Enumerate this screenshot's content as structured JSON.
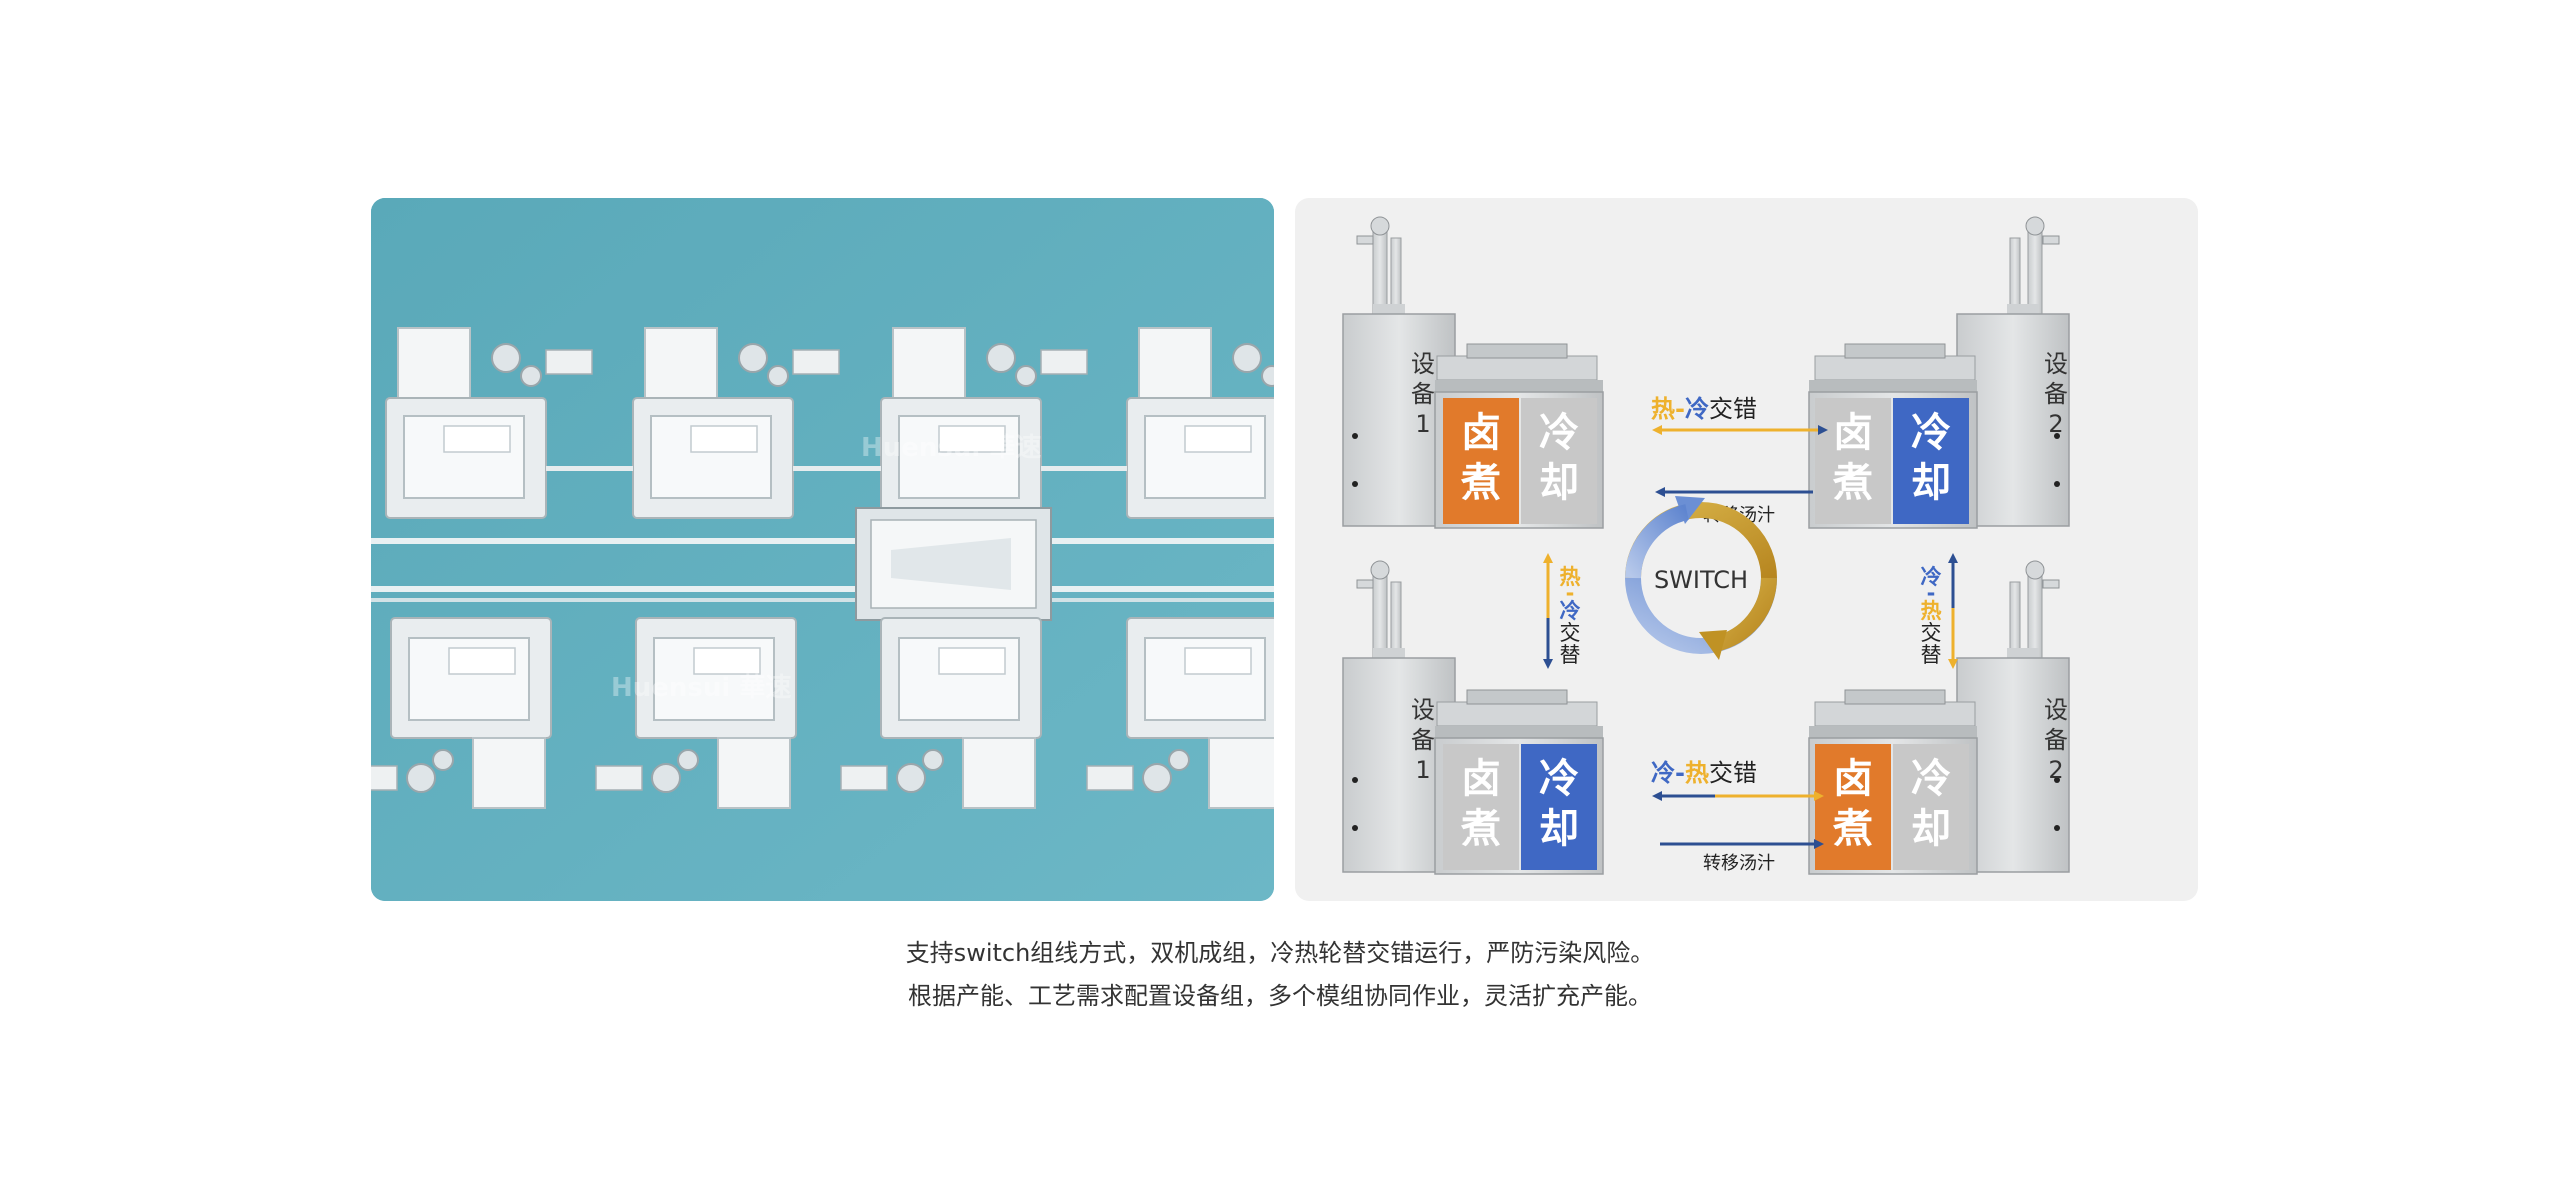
{
  "watermark": "Huensui 華速",
  "diagram": {
    "device1": [
      "设",
      "备",
      "1"
    ],
    "device2": [
      "设",
      "备",
      "2"
    ],
    "lu_zhu": [
      "卤",
      "煮"
    ],
    "leng_que": [
      "冷",
      "却"
    ],
    "top_label_hot": "热",
    "top_label_dash": "-",
    "top_label_cold": "冷",
    "top_label_rest": "交错",
    "transfer_label": "转移汤汁",
    "bottom_label_cold": "冷",
    "bottom_label_dash": "-",
    "bottom_label_hot": "热",
    "bottom_label_rest": "交错",
    "left_vert": [
      "热",
      "-",
      "冷",
      "交",
      "替"
    ],
    "right_vert": [
      "冷",
      "-",
      "热",
      "交",
      "替"
    ],
    "switch_label": "SWITCH"
  },
  "caption": {
    "line1": "支持switch组线方式，双机成组，冷热轮替交错运行，严防污染风险。",
    "line2": "根据产能、工艺需求配置设备组，多个模组协同作业，灵活扩充产能。"
  },
  "colors": {
    "orange": "#e17a2b",
    "blue": "#3f68c4",
    "gray_block": "#c8c8c8",
    "arrow_yellow": "#eeb12d",
    "arrow_navy": "#2d4f92",
    "left_bg": "#62b0c0",
    "right_bg": "#f0f0f0"
  }
}
